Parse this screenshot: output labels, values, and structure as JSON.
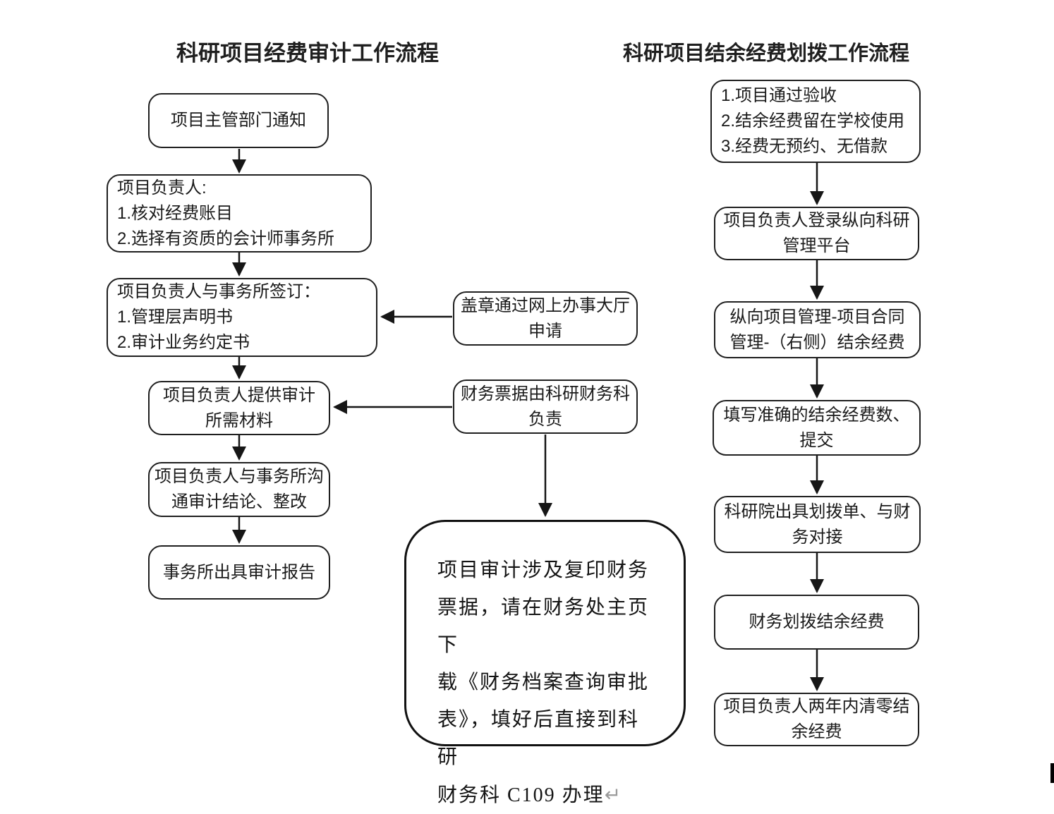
{
  "colors": {
    "ink": "#1a1a1a",
    "background": "#ffffff",
    "return_mark_gray": "#9b9b9b"
  },
  "left_flow": {
    "title": "科研项目经费审计工作流程",
    "steps": [
      {
        "label": "项目主管部门通知"
      },
      {
        "label": "项目负责人:\n1.核对经费账目\n2.选择有资质的会计师事务所"
      },
      {
        "label": "项目负责人与事务所签订：\n1.管理层声明书\n2.审计业务约定书"
      },
      {
        "label": "项目负责人提供审计\n所需材料"
      },
      {
        "label": "项目负责人与事务所沟\n通审计结论、整改"
      },
      {
        "label": "事务所出具审计报告"
      }
    ]
  },
  "middle_flow": {
    "boxes": [
      {
        "label": "盖章通过网上办事大厅\n申请"
      },
      {
        "label": "财务票据由科研财务科\n负责"
      }
    ],
    "note": {
      "text": "项目审计涉及复印财务\n票据，请在财务处主页下\n载《财务档案查询审批\n表》，填好后直接到科研\n财务科 C109 办理",
      "return_mark": "↵"
    }
  },
  "right_flow": {
    "title": "科研项目结余经费划拨工作流程",
    "steps": [
      {
        "label": "1.项目通过验收\n2.结余经费留在学校使用\n3.经费无预约、无借款"
      },
      {
        "label": "项目负责人登录纵向科研\n管理平台"
      },
      {
        "label": "纵向项目管理-项目合同\n管理-（右侧）结余经费"
      },
      {
        "label": "填写准确的结余经费数、\n提交"
      },
      {
        "label": "科研院出具划拨单、与财\n务对接"
      },
      {
        "label": "财务划拨结余经费"
      },
      {
        "label": "项目负责人两年内清零结\n余经费"
      }
    ]
  }
}
